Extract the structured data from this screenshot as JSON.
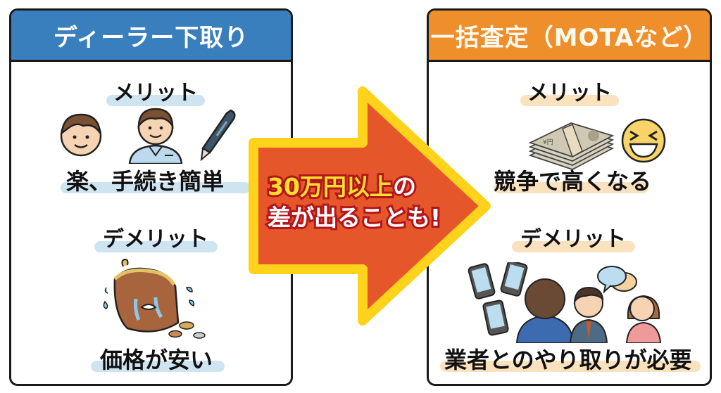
{
  "left_panel": {
    "title": "ディーラー下取り",
    "header_color": "#3a7fbd",
    "merit": {
      "label": "メリット",
      "icons": [
        "smiling-boy-face-icon",
        "smiling-staff-man-icon",
        "pen-icon"
      ],
      "caption": "楽、手続き簡単"
    },
    "demerit": {
      "label": "デメリット",
      "icons": [
        "crying-coin-purse-icon",
        "coins-icon"
      ],
      "caption": "価格が安い"
    }
  },
  "arrow": {
    "line1_highlight": "30万円以上",
    "line1_rest": "の",
    "line2": "差が出ることも!",
    "fill_color": "#e5572a",
    "border_color": "#ffd21c"
  },
  "right_panel": {
    "title": "一括査定（MOTAなど）",
    "header_color": "#ef8f2c",
    "merit": {
      "label": "メリット",
      "icons": [
        "yen-banknote-stack-icon",
        "laughing-face-icon"
      ],
      "caption": "競争で高くなる"
    },
    "demerit": {
      "label": "デメリット",
      "icons": [
        "smartphones-icon",
        "business-people-talking-icon",
        "speech-bubbles-icon"
      ],
      "caption": "業者とのやり取りが必要"
    }
  }
}
